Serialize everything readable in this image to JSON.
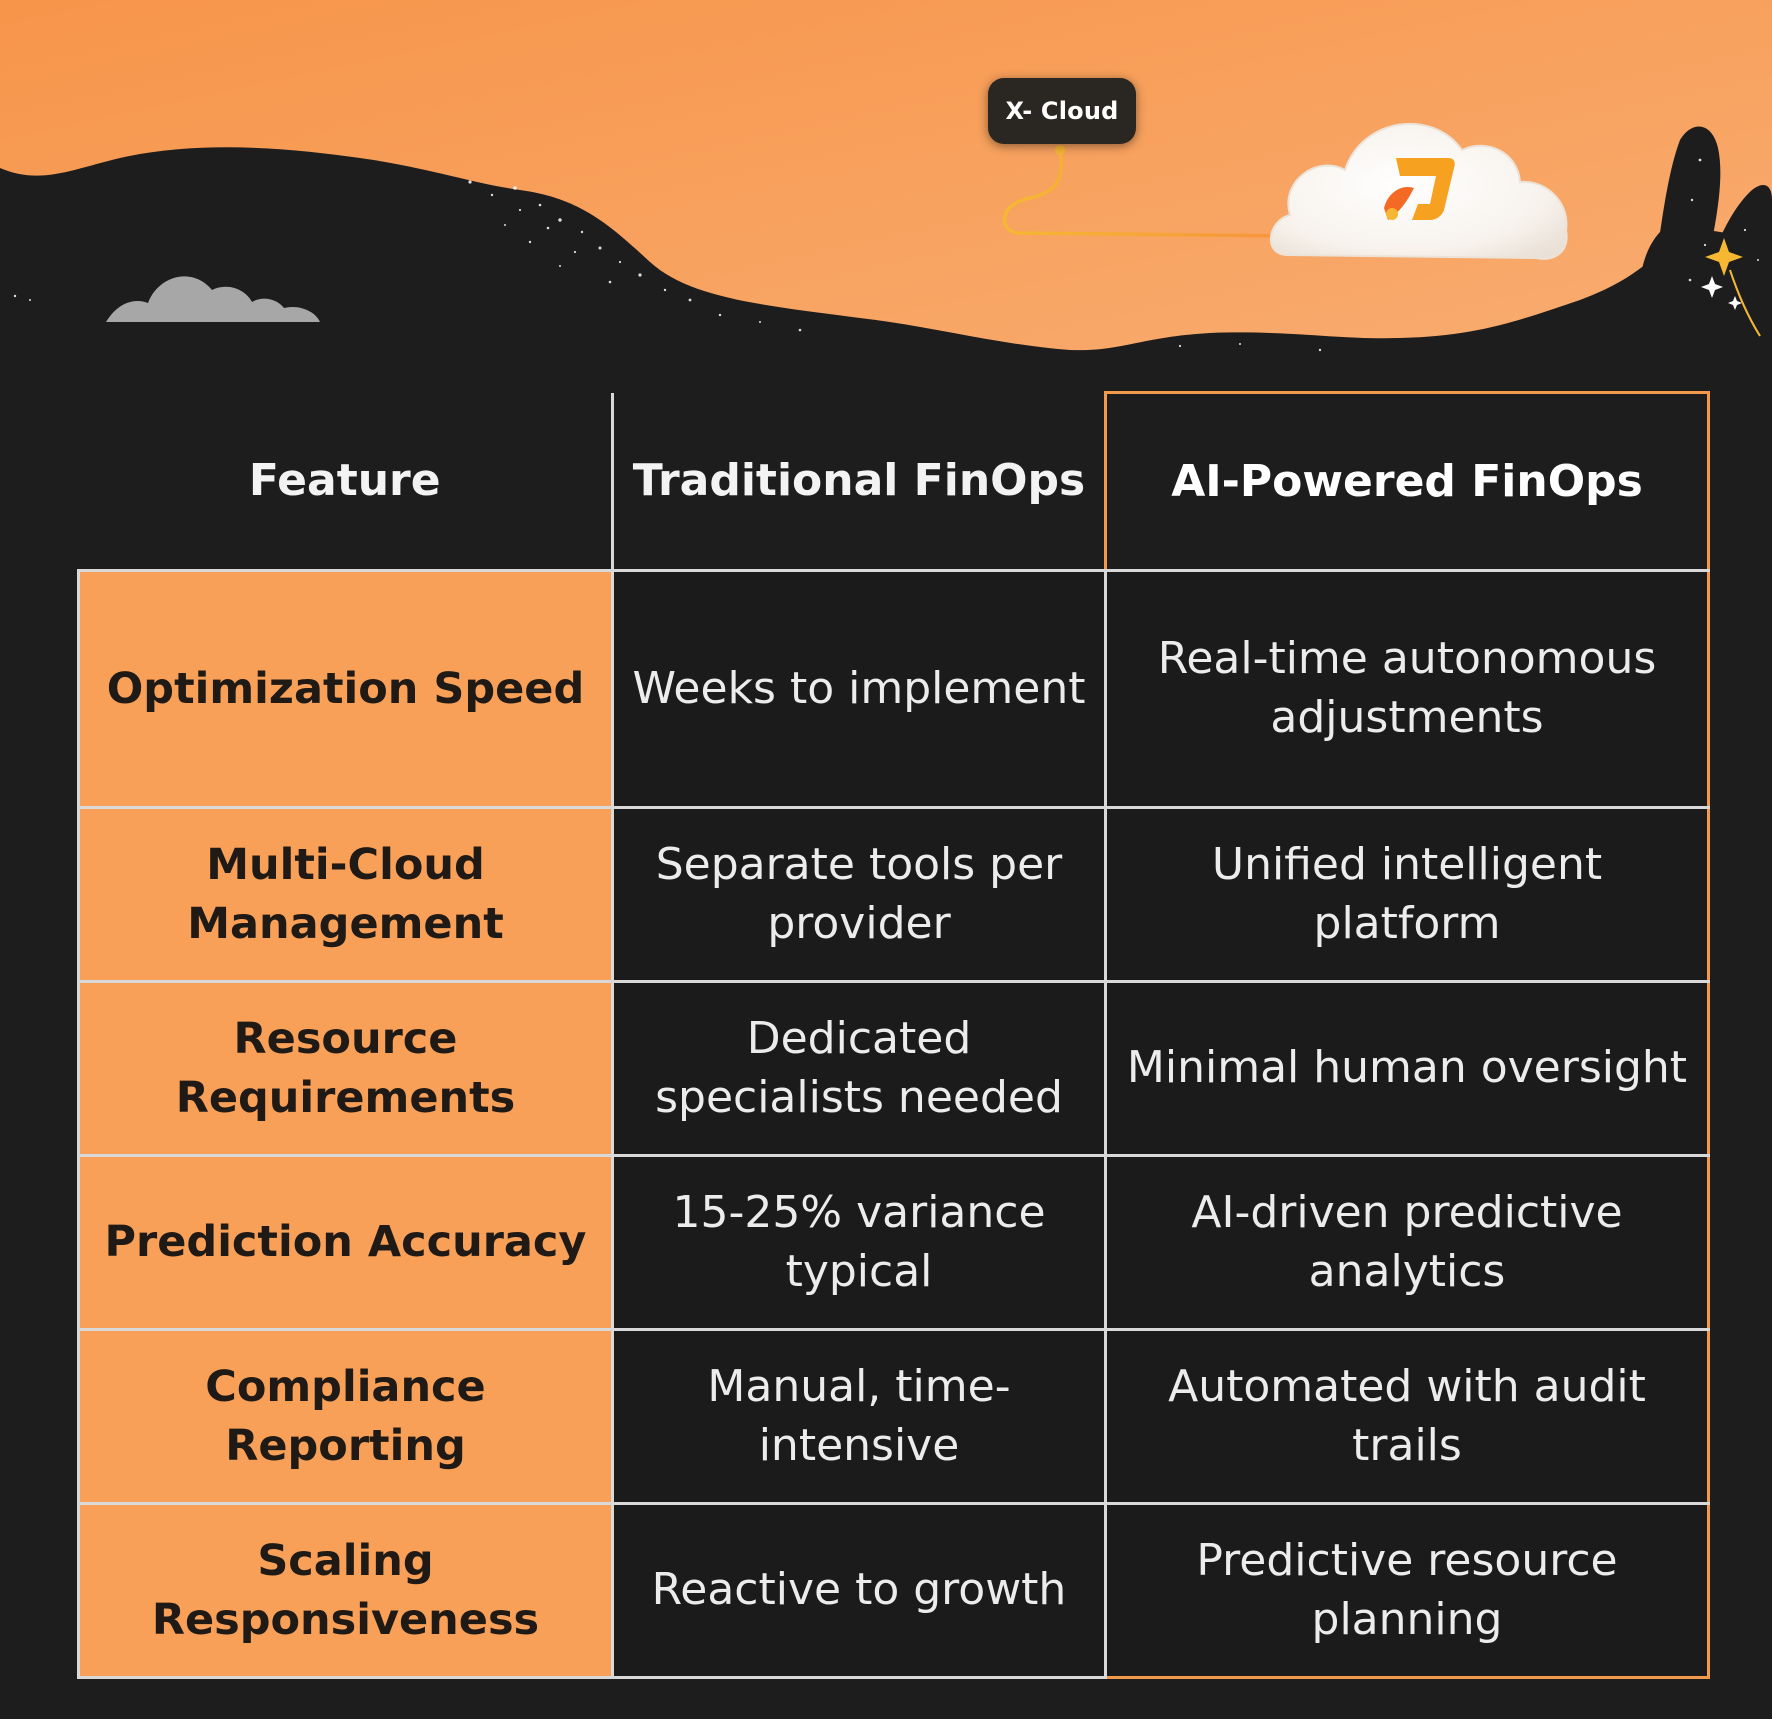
{
  "header": {
    "badge_label": "X- Cloud"
  },
  "colors": {
    "sky_top": "#f7954a",
    "sky_bottom": "#f8ab6f",
    "ground": "#1d1d1d",
    "feature_cell": "#f9a058",
    "ai_border": "#f29a4b",
    "grid_line": "#d9d9d9",
    "cell_dark": "#1b1b1b"
  },
  "icons": {
    "cloud": "cloud-icon",
    "logo": "xcloud-logo-icon",
    "sparkle": "sparkle-icon"
  },
  "table": {
    "headers": [
      "Feature",
      "Traditional FinOps",
      "AI-Powered FinOps"
    ],
    "rows": [
      {
        "feature": "Optimization Speed",
        "traditional": "Weeks to implement",
        "ai": "Real-time autonomous adjustments"
      },
      {
        "feature": "Multi-Cloud Management",
        "traditional": "Separate tools per provider",
        "ai": "Unified intelligent platform"
      },
      {
        "feature": "Resource Requirements",
        "traditional": "Dedicated specialists needed",
        "ai": "Minimal human oversight"
      },
      {
        "feature": "Prediction Accuracy",
        "traditional": "15-25% variance typical",
        "ai": "AI-driven predictive analytics"
      },
      {
        "feature": "Compliance Reporting",
        "traditional": "Manual, time-intensive",
        "ai": "Automated with audit trails"
      },
      {
        "feature": "Scaling Responsiveness",
        "traditional": "Reactive to growth",
        "ai": "Predictive resource planning"
      }
    ]
  }
}
